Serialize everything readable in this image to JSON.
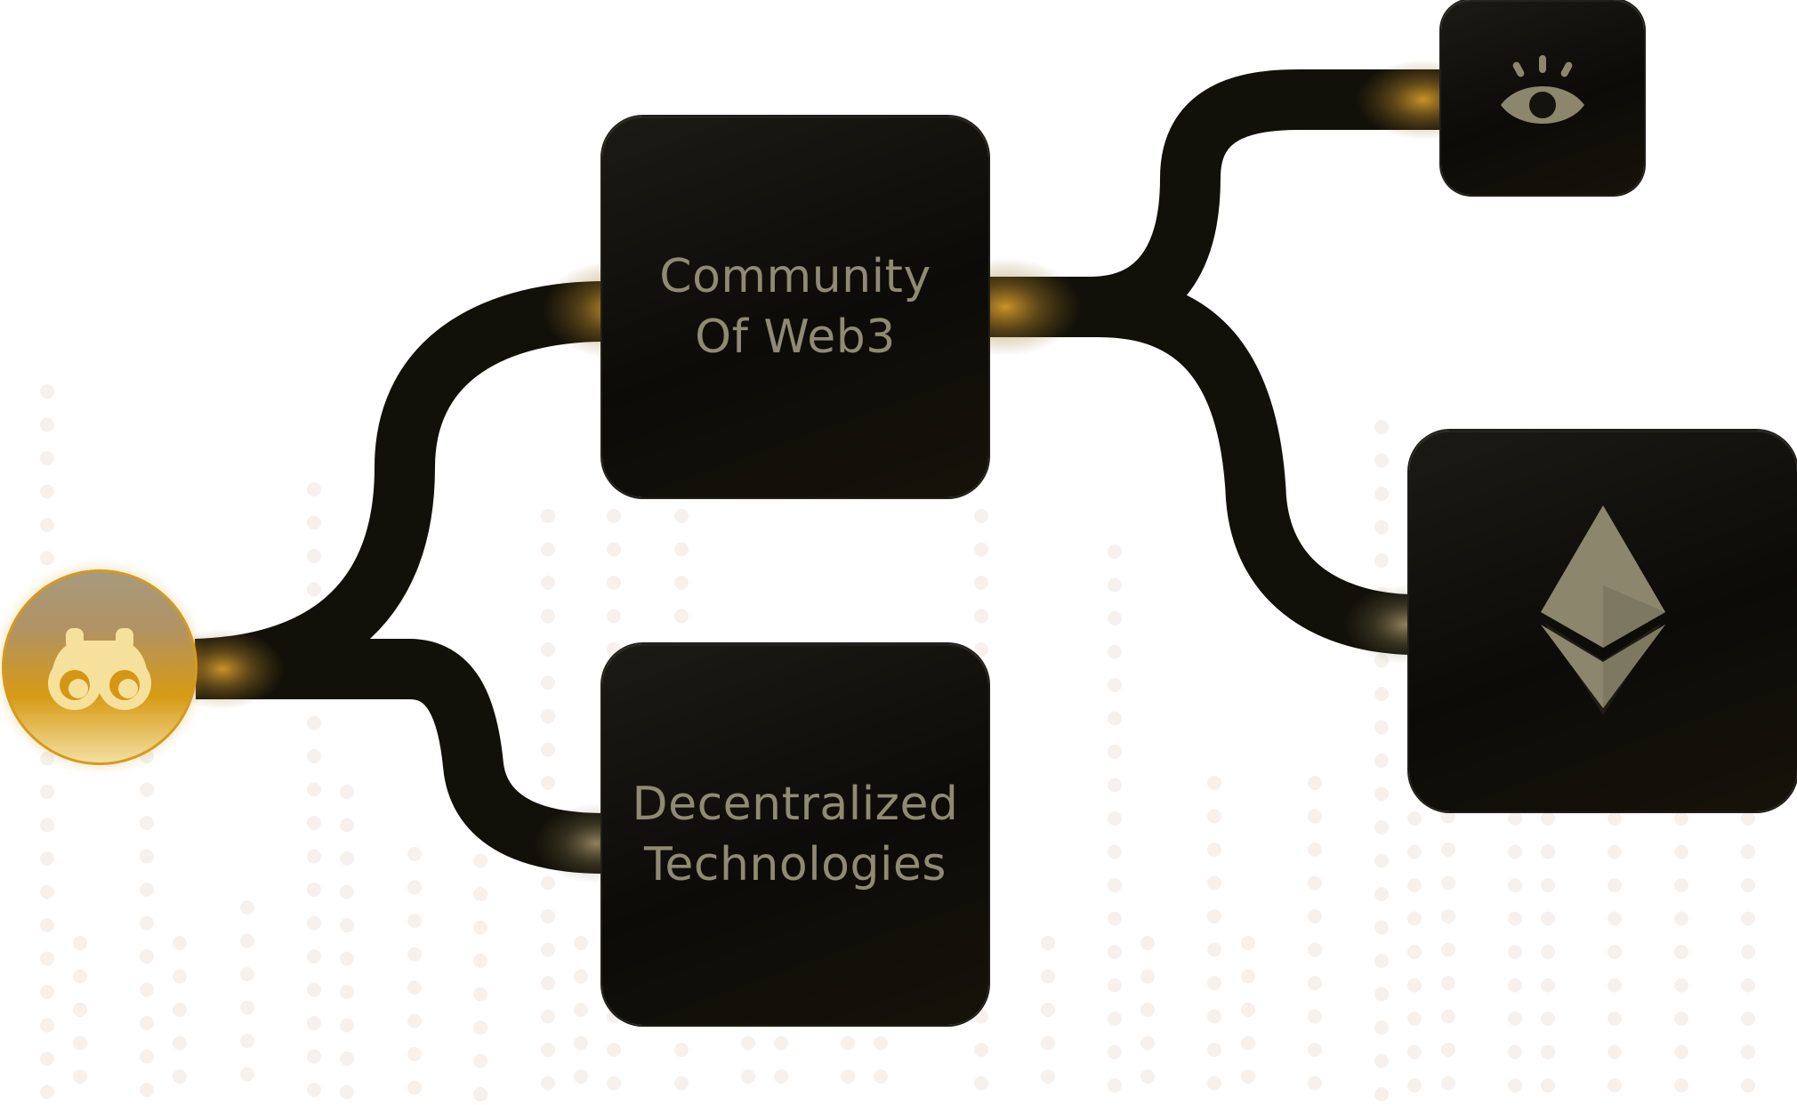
{
  "diagram": {
    "title": "",
    "nodes": {
      "binoculars": {
        "icon": "binoculars-icon"
      },
      "community": {
        "lines": [
          "Community",
          "Of Web3"
        ]
      },
      "decentralized": {
        "lines": [
          "Decentralized",
          "Technologies"
        ]
      },
      "eye": {
        "icon": "eye-icon"
      },
      "ethereum": {
        "icon": "ethereum-icon"
      }
    },
    "edges": [
      {
        "from": "binoculars",
        "to": "community"
      },
      {
        "from": "binoculars",
        "to": "decentralized"
      },
      {
        "from": "community",
        "to": "eye"
      },
      {
        "from": "community",
        "to": "ethereum"
      }
    ]
  },
  "colors": {
    "wire": "#121109",
    "node_fill": "#0d0c08",
    "label": "#8f8a73",
    "icon_fill": "#8c866d",
    "accent_gold": "#d99a16",
    "glow": "#c08a24",
    "dots": "#f6f1ec"
  }
}
